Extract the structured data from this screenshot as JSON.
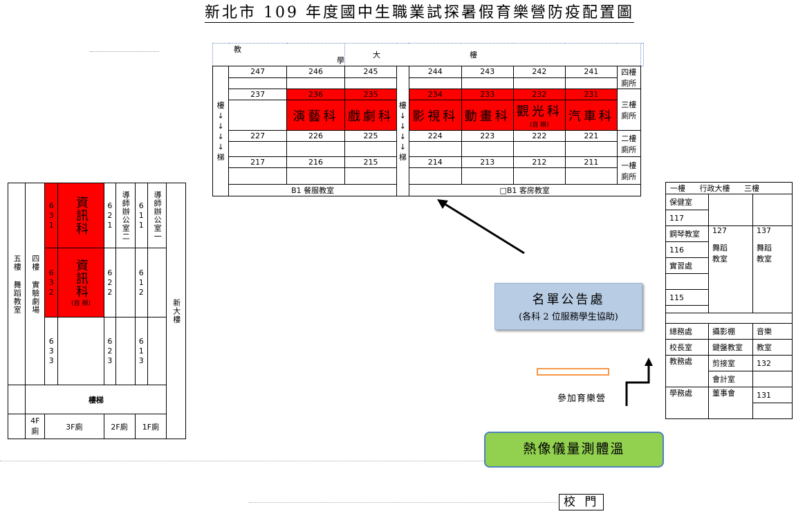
{
  "title": "新北市 109 年度國中生職業試探暑假育樂營防疫配置圖",
  "top_building": {
    "header": [
      "教",
      "學",
      "大",
      "樓"
    ],
    "row1": [
      "247",
      "246",
      "245",
      "244",
      "243",
      "242",
      "241"
    ],
    "row2": [
      "237",
      "236",
      "235",
      "234",
      "233",
      "232",
      "231"
    ],
    "row3": [
      "227",
      "226",
      "225",
      "224",
      "223",
      "222",
      "221"
    ],
    "row4": [
      "217",
      "216",
      "215",
      "214",
      "213",
      "212",
      "211"
    ],
    "depts": [
      "演藝科",
      "戲劇科",
      "影視科",
      "動畫科",
      "觀光科",
      "汽車科"
    ],
    "self_note": "(自 辦)",
    "stair_chars": [
      "樓",
      "↓",
      "↓",
      "↓",
      "↓",
      "梯"
    ],
    "right": [
      "四樓廁所",
      "三樓廁所",
      "二樓廁所",
      "一樓廁所"
    ],
    "basement_left": "B1 餐服教室",
    "basement_right": "□B1 客房教室"
  },
  "left_building": {
    "col_5f": "五樓 舞蹈教室",
    "col_4f": "四樓 實驗劇場",
    "room_631": "631",
    "room_632": "632",
    "room_633": "633",
    "room_621": "621",
    "room_622": "622",
    "room_623": "623",
    "room_611": "611",
    "room_612": "612",
    "room_613": "613",
    "dept_1": "資訊科",
    "dept_2": "資訊科",
    "self_note": "(自 辦)",
    "office_2": "導師辦公室二",
    "office_1": "導師辦公室一",
    "new_building": "新大樓",
    "stairs": "樓梯",
    "toilets": [
      "4F廁",
      "3F廁",
      "2F廁",
      "1F廁"
    ]
  },
  "right_building": {
    "header": [
      "一樓",
      "行政大樓",
      "三樓"
    ],
    "rows": [
      [
        "保健室",
        "",
        ""
      ],
      [
        "117",
        "127",
        "137"
      ],
      [
        "鋼琴教室",
        "舞蹈",
        "舞蹈"
      ],
      [
        "116",
        "教室",
        "教室"
      ],
      [
        "實習處",
        "",
        ""
      ],
      [
        "",
        "",
        ""
      ],
      [
        "115",
        "",
        ""
      ],
      [
        "總務處",
        "攝影棚",
        "音樂"
      ],
      [
        "校長室",
        "鍵盤教室",
        "教室"
      ],
      [
        "教務處",
        "剪接室",
        "132"
      ],
      [
        "",
        "會計室",
        ""
      ],
      [
        "學務處",
        "董事會",
        "131"
      ]
    ]
  },
  "notice_box": {
    "title": "名單公告處",
    "subtitle": "(各科 2 位服務學生協助)"
  },
  "join_label": "參加育樂營",
  "thermal_box": "熱像儀量測體溫",
  "gate": "校  門"
}
